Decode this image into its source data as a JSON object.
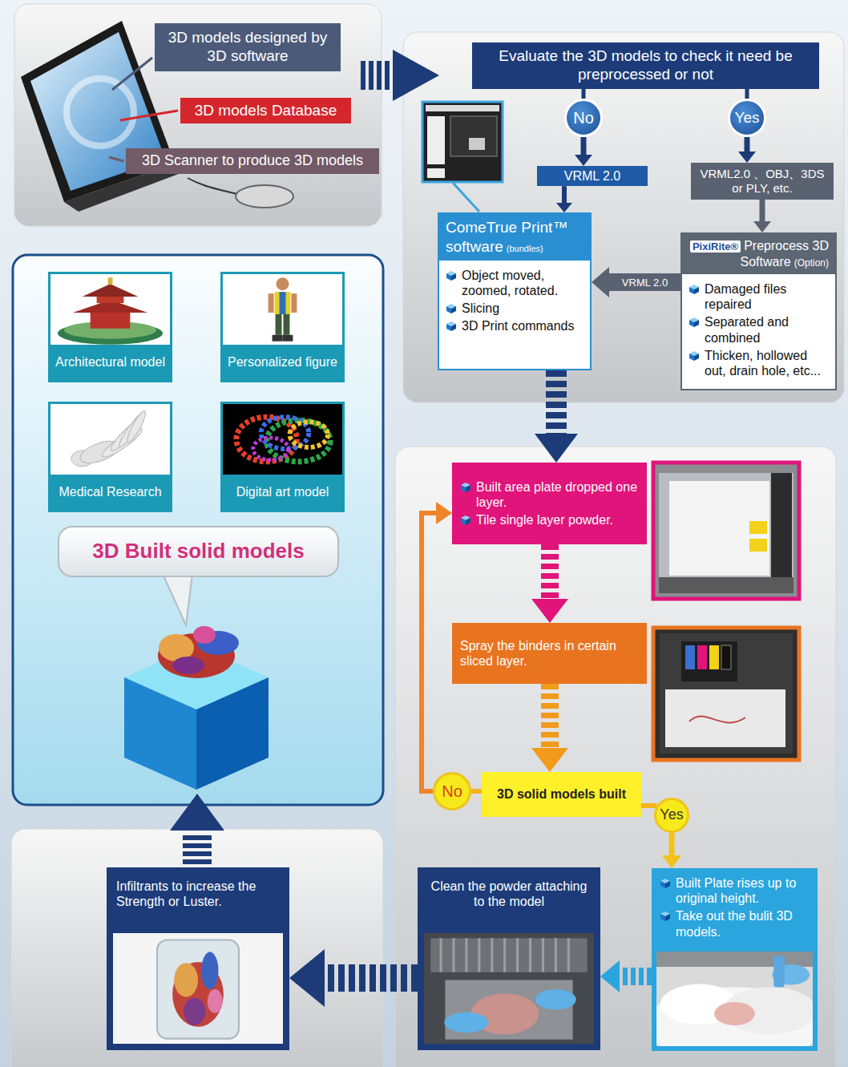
{
  "diagram": {
    "nodes": [
      {
        "text": [
          "3D models designed by 3D software"
        ]
      },
      {
        "text": [
          "3D models Database"
        ]
      },
      {
        "text": [
          "3D Scanner to produce 3D models"
        ]
      },
      {
        "text": [
          "Evaluate the 3D models to check it need be preprocessed or not"
        ]
      },
      {
        "text": [
          "No"
        ]
      },
      {
        "text": [
          "Yes"
        ]
      },
      {
        "text": [
          "VRML 2.0"
        ]
      },
      {
        "text": [
          "VRML2.0 、OBJ、3DS or PLY, etc."
        ]
      },
      {
        "text": [
          "ComeTrue Print™ software",
          "(bundles)",
          "Object moved, zoomed, rotated.",
          "Slicing",
          "3D Print commands"
        ]
      },
      {
        "text": [
          "PixiRite®",
          "Preprocess 3D Software",
          "(Option)",
          "Damaged files repaired",
          "Separated and combined",
          "Thicken, hollowed out, drain hole, etc..."
        ]
      },
      {
        "text": [
          "Built area plate dropped one layer.",
          "Tile single layer powder."
        ]
      },
      {
        "text": [
          "Spray the binders in certain sliced layer."
        ]
      },
      {
        "text": [
          "3D solid models built"
        ]
      },
      {
        "text": [
          "No"
        ]
      },
      {
        "text": [
          "Yes"
        ]
      },
      {
        "text": [
          "Built Plate rises up to original height.",
          "Take out the bulit 3D models."
        ]
      },
      {
        "text": [
          "Clean the powder attaching to the model"
        ]
      },
      {
        "text": [
          "Infiltrants to increase the Strength or Luster."
        ]
      },
      {
        "text": [
          "Architectural model"
        ]
      },
      {
        "text": [
          "Personalized figure"
        ]
      },
      {
        "text": [
          "Medical Research"
        ]
      },
      {
        "text": [
          "Digital art model"
        ]
      },
      {
        "text": [
          "3D Built solid models"
        ]
      }
    ],
    "edges": [
      {
        "from": 3,
        "to": 4,
        "arrow": "none"
      },
      {
        "from": 3,
        "to": 5,
        "arrow": "none"
      },
      {
        "from": 4,
        "to": 6,
        "arrow": "to"
      },
      {
        "from": 5,
        "to": 7,
        "arrow": "to"
      },
      {
        "from": 6,
        "to": 8,
        "arrow": "to"
      },
      {
        "from": 7,
        "to": 9,
        "arrow": "to"
      },
      {
        "from": 9,
        "to": 8,
        "label": "VRML 2.0",
        "arrow": "to"
      },
      {
        "from": 8,
        "to": 10,
        "arrow": "to"
      },
      {
        "from": 10,
        "to": 11,
        "arrow": "to"
      },
      {
        "from": 11,
        "to": 12,
        "arrow": "to"
      },
      {
        "from": 12,
        "to": 13,
        "arrow": "none"
      },
      {
        "from": 13,
        "to": 10,
        "arrow": "to"
      },
      {
        "from": 12,
        "to": 14,
        "arrow": "none"
      },
      {
        "from": 14,
        "to": 15,
        "arrow": "to"
      },
      {
        "from": 15,
        "to": 16,
        "arrow": "to"
      },
      {
        "from": 16,
        "to": 17,
        "arrow": "to"
      }
    ]
  }
}
